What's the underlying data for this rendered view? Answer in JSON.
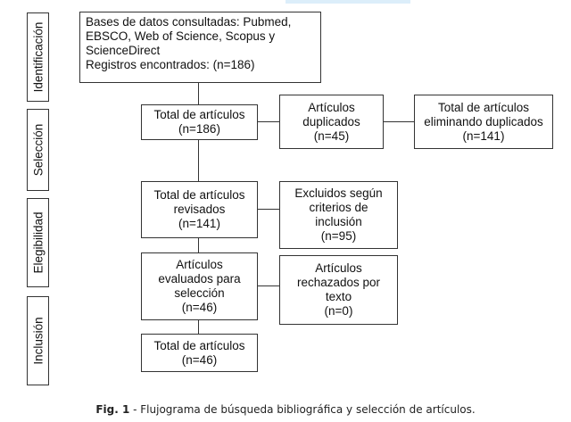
{
  "stages": {
    "identificacion": "Identificación",
    "seleccion": "Selección",
    "elegibilidad": "Elegibilidad",
    "inclusion": "Inclusión"
  },
  "boxes": {
    "databases": {
      "lines": [
        "Bases de datos consultadas: Pubmed,",
        "EBSCO, Web of Science, Scopus y",
        "ScienceDirect",
        "Registros encontrados: (n=186)"
      ]
    },
    "total_articulos": {
      "lines": [
        "Total de artículos",
        "(n=186)"
      ]
    },
    "duplicados": {
      "lines": [
        "Artículos",
        "duplicados",
        "(n=45)"
      ]
    },
    "eliminando_duplicados": {
      "lines": [
        "Total de artículos",
        "eliminando duplicados",
        "(n=141)"
      ]
    },
    "revisados": {
      "lines": [
        "Total de artículos",
        "revisados",
        "(n=141)"
      ]
    },
    "excluidos": {
      "lines": [
        "Excluidos según",
        "criterios de",
        "inclusión",
        "(n=95)"
      ]
    },
    "evaluados": {
      "lines": [
        "Artículos",
        "evaluados para",
        "selección",
        "(n=46)"
      ]
    },
    "rechazados": {
      "lines": [
        "Artículos",
        "rechazados por",
        "texto",
        "(n=0)"
      ]
    },
    "final": {
      "lines": [
        "Total de artículos",
        "(n=46)"
      ]
    }
  },
  "caption": {
    "label": "Fig. 1",
    "text": " - Flujograma de búsqueda bibliográfica y selección de artículos."
  }
}
